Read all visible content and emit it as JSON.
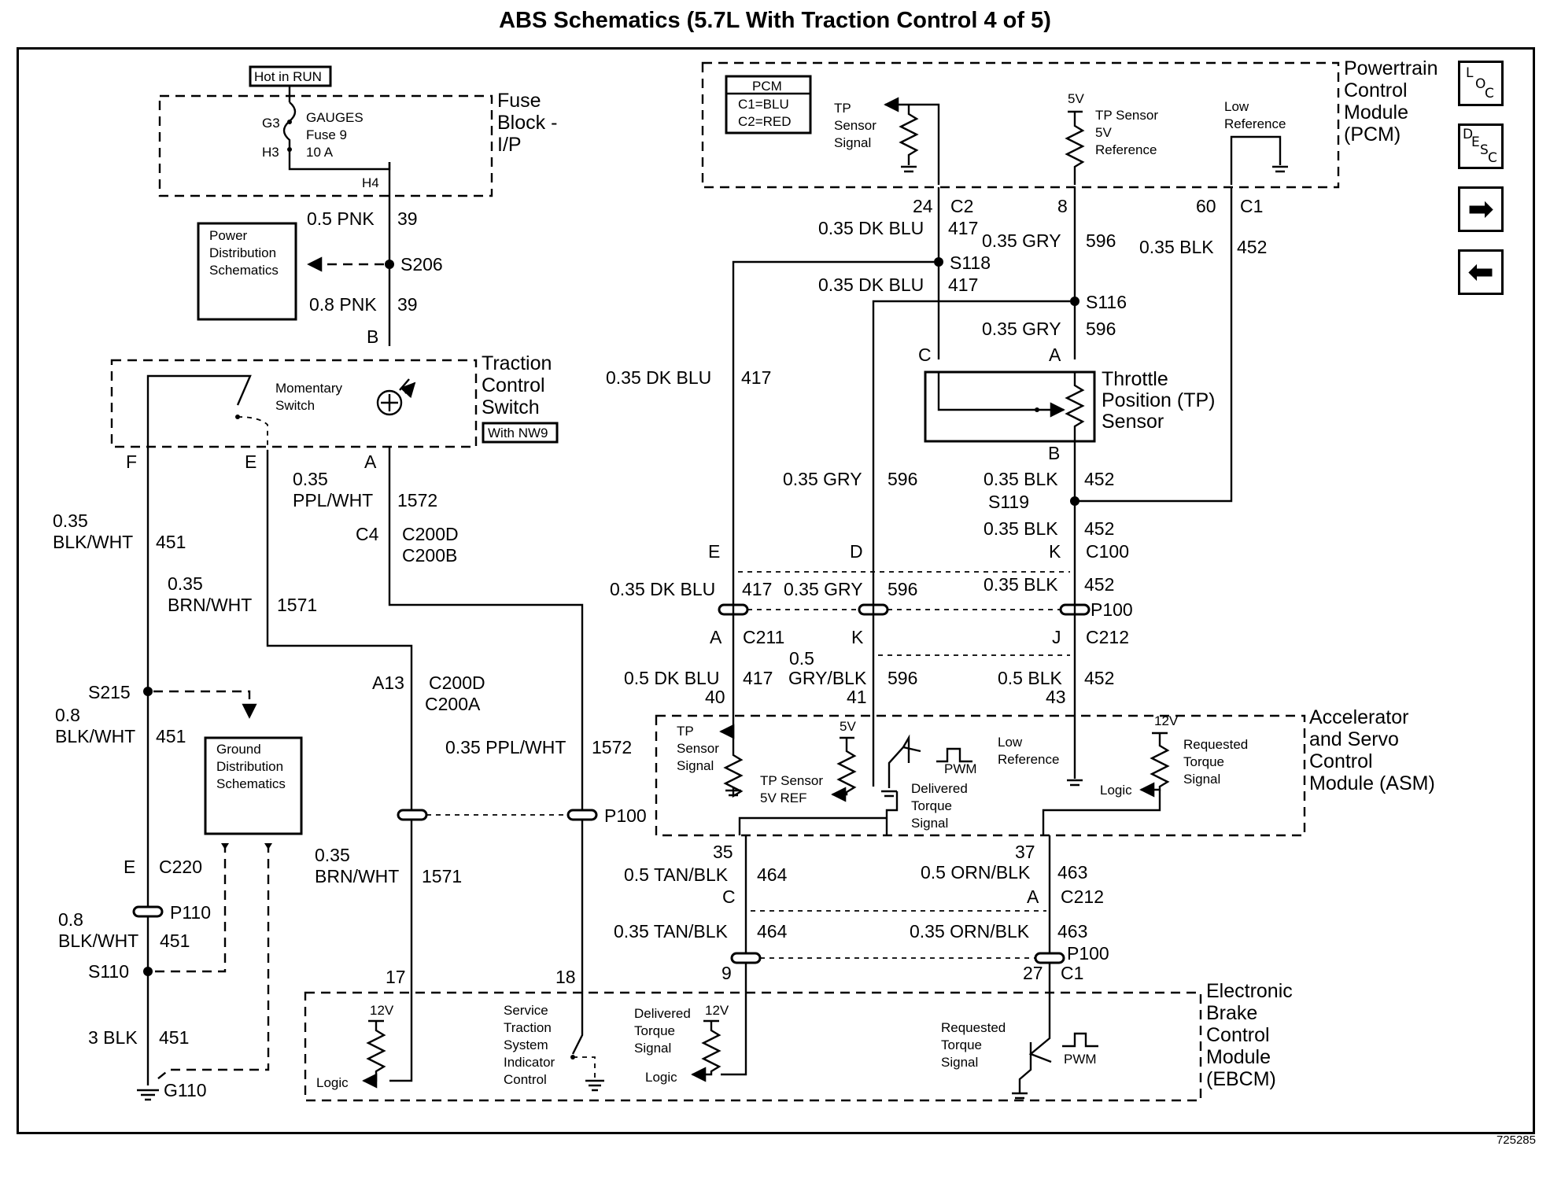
{
  "title": "ABS Schematics (5.7L With Traction Control 4 of 5)",
  "figure_id": "725285",
  "nav": {
    "loc": [
      "L",
      "O",
      "C"
    ],
    "desc": [
      "D",
      "E",
      "S",
      "C"
    ],
    "next_glyph": "➡",
    "prev_glyph": "⬅"
  },
  "modules": {
    "fuse_block": {
      "label": [
        "Fuse",
        "Block -",
        "I/P"
      ],
      "hot": "Hot in RUN",
      "fuse_lines": [
        "GAUGES",
        "Fuse 9",
        "10 A"
      ],
      "g3": "G3",
      "h3": "H3",
      "h4": "H4"
    },
    "power_dist": [
      "Power",
      "Distribution",
      "Schematics"
    ],
    "traction_switch": {
      "label": [
        "Traction",
        "Control",
        "Switch"
      ],
      "option": "With NW9",
      "momentary": [
        "Momentary",
        "Switch"
      ]
    },
    "ground_dist": [
      "Ground",
      "Distribution",
      "Schematics"
    ],
    "pcm": {
      "label": [
        "Powertrain",
        "Control",
        "Module",
        "(PCM)"
      ],
      "legend": [
        "PCM",
        "C1=BLU",
        "C2=RED"
      ],
      "tp_signal": [
        "TP",
        "Sensor",
        "Signal"
      ],
      "fivev": "5V",
      "tp_ref": [
        "TP Sensor",
        "5V",
        "Reference"
      ],
      "low_ref": [
        "Low",
        "Reference"
      ]
    },
    "tp_sensor": [
      "Throttle",
      "Position (TP)",
      "Sensor"
    ],
    "asm": {
      "label": [
        "Accelerator",
        "and Servo",
        "Control",
        "Module (ASM)"
      ],
      "tp_signal": [
        "TP",
        "Sensor",
        "Signal"
      ],
      "fivev": "5V",
      "tp_5vref": [
        "TP Sensor",
        "5V REF"
      ],
      "delivered": [
        "Delivered",
        "Torque",
        "Signal"
      ],
      "pwm": "PWM",
      "low_ref": [
        "Low",
        "Reference"
      ],
      "twelve_v": "12V",
      "logic": "Logic",
      "requested": [
        "Requested",
        "Torque",
        "Signal"
      ]
    },
    "ebcm": {
      "label": [
        "Electronic",
        "Brake",
        "Control",
        "Module",
        "(EBCM)"
      ],
      "twelve_v": "12V",
      "logic": "Logic",
      "service": [
        "Service",
        "Traction",
        "System",
        "Indicator",
        "Control"
      ],
      "delivered": [
        "Delivered",
        "Torque",
        "Signal"
      ],
      "requested": [
        "Requested",
        "Torque",
        "Signal"
      ],
      "pwm": "PWM"
    }
  },
  "labels": {
    "pnk05": "0.5 PNK",
    "c39": "39",
    "s206": "S206",
    "pnk08": "0.8 PNK",
    "c39b": "39",
    "pinB": "B",
    "pinF": "F",
    "pinE": "E",
    "pinA": "A",
    "ppl035": "0.35",
    "pplwht": "PPL/WHT",
    "c1572": "1572",
    "c4": "C4",
    "c200d": "C200D",
    "c200b": "C200B",
    "blk035": "0.35",
    "blkwht1": "BLK/WHT",
    "c451": "451",
    "brn035": "0.35",
    "brnwht1": "BRN/WHT",
    "c1571": "1571",
    "s215": "S215",
    "blk08": "0.8",
    "blkwht2": "BLK/WHT",
    "c451b": "451",
    "a13": "A13",
    "c200d2": "C200D",
    "c200a": "C200A",
    "ppl035b": "0.35 PPL/WHT",
    "c1572b": "1572",
    "p100a": "P100",
    "brn035b": "0.35",
    "brnwht2": "BRN/WHT",
    "c1571b": "1571",
    "pinE2": "E",
    "c220": "C220",
    "p110": "P110",
    "blk08b": "0.8",
    "blkwht3": "BLK/WHT",
    "c451c": "451",
    "s110": "S110",
    "blk3": "3 BLK",
    "c451d": "451",
    "g110": "G110",
    "p17": "17",
    "p18": "18",
    "p24": "24",
    "c2": "C2",
    "dkblu417a": "0.35 DK BLU",
    "c417a": "417",
    "s118": "S118",
    "dkblu417b": "0.35 DK BLU",
    "c417b": "417",
    "p8": "8",
    "gry596a": "0.35 GRY",
    "c596a": "596",
    "s116": "S116",
    "gry596b": "0.35 GRY",
    "c596b": "596",
    "p60": "60",
    "c1": "C1",
    "blk452a": "0.35 BLK",
    "c452a": "452",
    "pinC": "C",
    "pinA2": "A",
    "pinB2": "B",
    "dkblu417c": "0.35 DK BLU",
    "c417c": "417",
    "gry596c": "0.35 GRY",
    "c596c": "596",
    "blk452b": "0.35 BLK",
    "c452b": "452",
    "s119": "S119",
    "blk452c": "0.35 BLK",
    "c452c": "452",
    "pinK": "K",
    "c100": "C100",
    "pinE3": "E",
    "pinD": "D",
    "dkblu417d": "0.35 DK BLU",
    "c417d": "417",
    "gry596d": "0.35 GRY",
    "c596d": "596",
    "blk452d": "0.35 BLK",
    "c452d": "452",
    "p100b": "P100",
    "pinA3": "A",
    "c211": "C211",
    "pinK2": "K",
    "pinJ": "J",
    "c212": "C212",
    "dkblu05": "0.5 DK BLU",
    "c417e": "417",
    "gb05": "0.5",
    "gryblk": "GRY/BLK",
    "c596e": "596",
    "blk05": "0.5 BLK",
    "c452e": "452",
    "p40": "40",
    "p41": "41",
    "p43": "43",
    "p35": "35",
    "p37": "37",
    "tan05": "0.5 TAN/BLK",
    "c464a": "464",
    "orn05": "0.5 ORN/BLK",
    "c463a": "463",
    "pinC2": "C",
    "pinA4": "A",
    "c212b": "C212",
    "tan035": "0.35 TAN/BLK",
    "c464b": "464",
    "orn035": "0.35 ORN/BLK",
    "c463b": "463",
    "p100c": "P100",
    "p9": "9",
    "p27": "27",
    "c1b": "C1"
  }
}
